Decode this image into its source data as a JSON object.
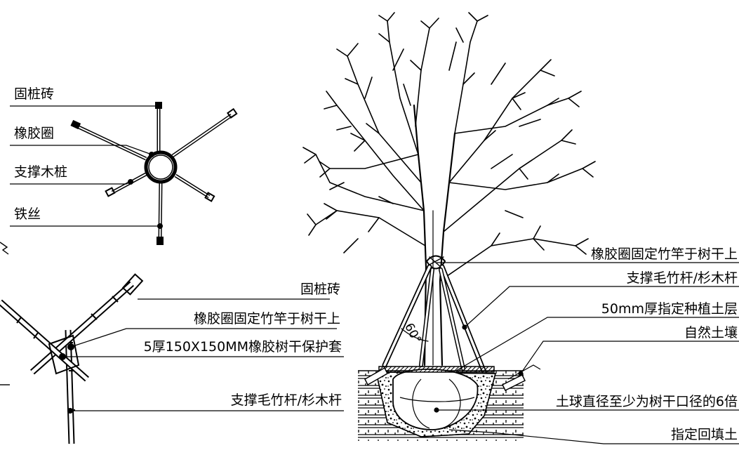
{
  "plan_view": {
    "labels": {
      "brick": "固桩砖",
      "rubber_ring": "橡胶圈",
      "support_pile": "支撑木桩",
      "wire": "铁丝"
    }
  },
  "side_detail": {
    "labels": {
      "brick": "固桩砖",
      "ring_fix": "橡胶圈固定竹竿于树干上",
      "sleeve": "5厚150X150MM橡胶树干保护套",
      "pole": "支撑毛竹杆/杉木杆"
    }
  },
  "tree_section": {
    "angle": "60°",
    "labels": {
      "ring_fix": "橡胶圈固定竹竿于树干上",
      "pole": "支撑毛竹杆/杉木杆",
      "topsoil": "50mm厚指定种植土层",
      "natural_soil": "自然土壤",
      "root_ball": "土球直径至少为树干口径的6倍",
      "backfill": "指定回填土"
    }
  },
  "colors": {
    "line": "#000000",
    "background": "#ffffff"
  }
}
